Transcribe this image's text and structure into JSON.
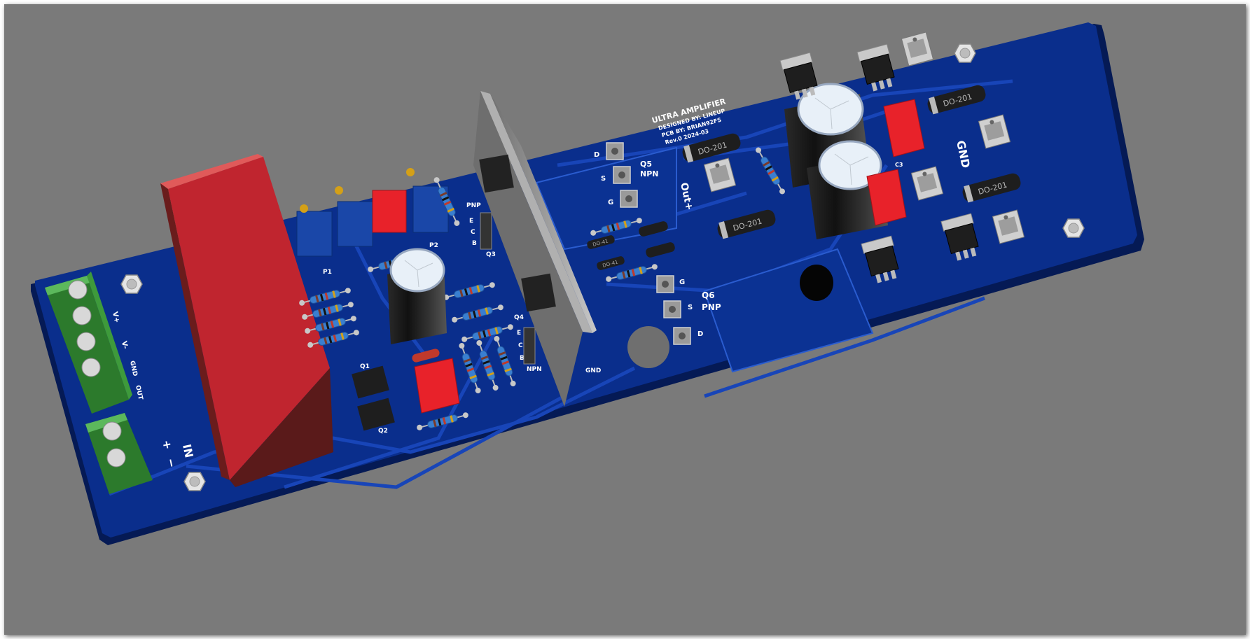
{
  "board": {
    "title_block": {
      "line1": "ULTRA AMPLIFIER",
      "line2": "DESIGNED BY: LINEUP",
      "line3": "PCB BY: BRIAN92FS",
      "line4": "Rev.0   2024-03"
    },
    "connectors": {
      "power": [
        "V+",
        "V-",
        "GND",
        "OUT"
      ],
      "input_title": "IN",
      "input_plus": "+",
      "input_minus": "−"
    },
    "labels": {
      "q1": "Q1",
      "q2": "Q2",
      "q3": "Q3",
      "q4": "Q4",
      "p1": "P1",
      "p2": "P2",
      "c3": "C3",
      "pnp": "PNP",
      "npn": "NPN",
      "q5": "Q5",
      "q5_type": "NPN",
      "q6": "Q6",
      "q6_type": "PNP",
      "out_plus": "Out+",
      "gnd_small": "GND",
      "gnd_big": "GND",
      "pin_d": "D",
      "pin_s": "S",
      "pin_g": "G",
      "pin_e": "E",
      "pin_c": "C",
      "pin_b": "B"
    },
    "diode_marking": "DO-201",
    "small_diode_marking": "DO-41",
    "colors": {
      "pcb": "#0a2e8c",
      "pcb_dark": "#082577",
      "trace": "#1845b8",
      "relay": "#c0252f",
      "terminal": "#3e9a3b",
      "heatsink": "#8a8a8a",
      "background": "#7a7a7a"
    }
  }
}
